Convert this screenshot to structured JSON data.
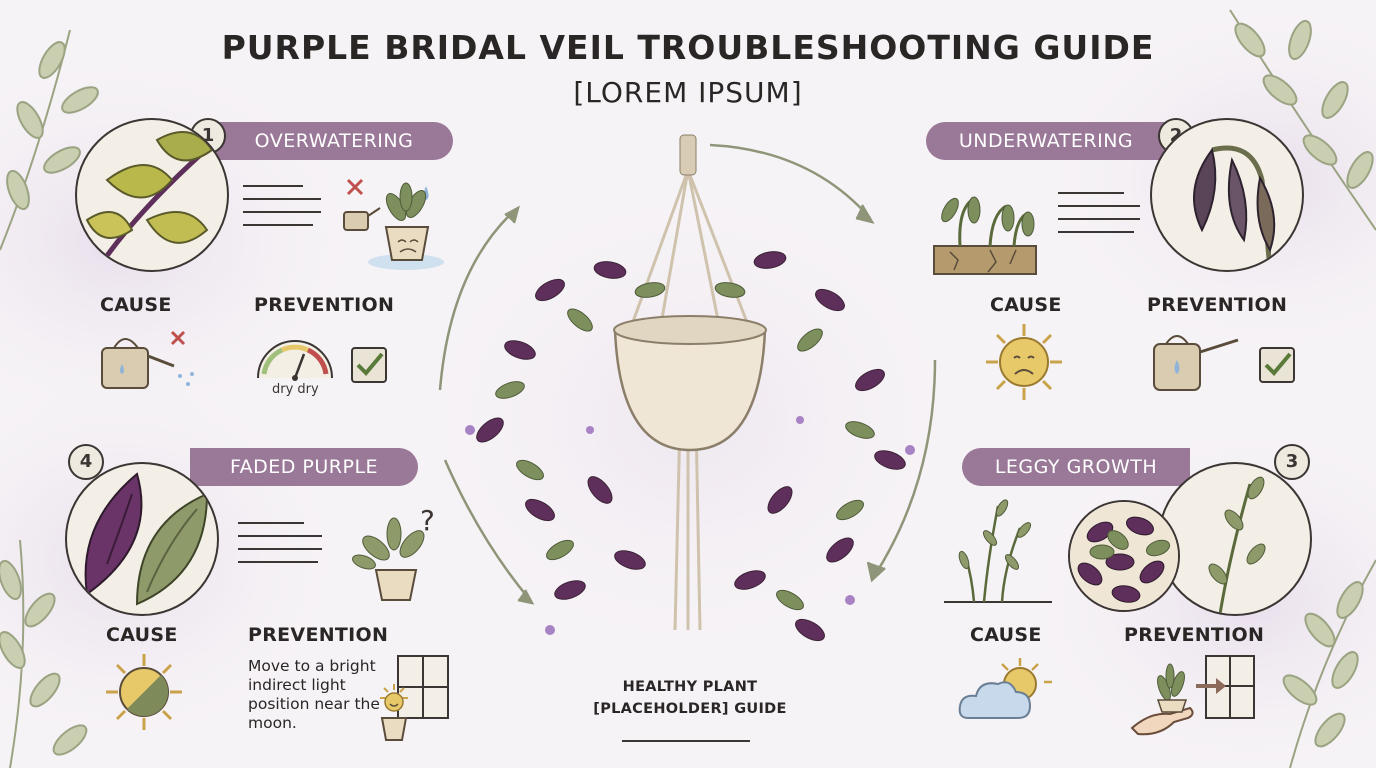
{
  "title": "PURPLE BRIDAL VEIL TROUBLESHOOTING GUIDE",
  "subtitle": "[LOREM IPSUM]",
  "sections": [
    {
      "number": "1",
      "heading": "OVERWATERING",
      "cause_label": "CAUSE",
      "prevention_label": "PREVENTION",
      "gauge_text": "dry dry"
    },
    {
      "number": "2",
      "heading": "UNDERWATERING",
      "cause_label": "CAUSE",
      "prevention_label": "PREVENTION"
    },
    {
      "number": "3",
      "heading": "LEGGY GROWTH",
      "cause_label": "CAUSE",
      "prevention_label": "PREVENTION"
    },
    {
      "number": "4",
      "heading": "FADED PURPLE",
      "cause_label": "CAUSE",
      "prevention_label": "PREVENTION",
      "prevention_text": "Move to a bright indirect light position near the moon."
    }
  ],
  "center": {
    "line1": "HEALTHY PLANT",
    "line2": "[PLACEHOLDER] GUIDE"
  },
  "colors": {
    "banner": "#9a7898",
    "leaf_green": "#7d8f5c",
    "leaf_purple": "#5e2f5a",
    "sun": "#e8c96a"
  }
}
